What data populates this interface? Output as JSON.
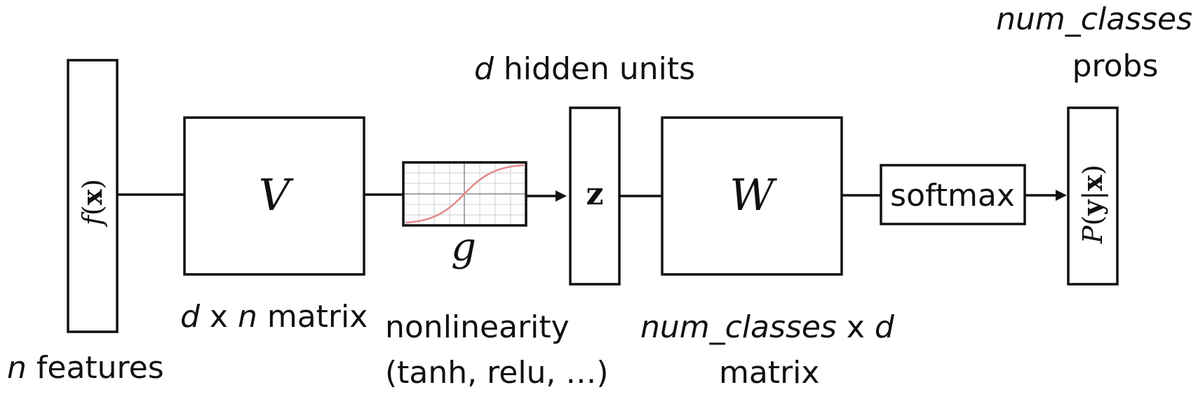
{
  "input": {
    "math": "f(x)",
    "math_parts": {
      "fn": "f",
      "open": "(",
      "var": "x",
      "close": ")"
    },
    "label_var": "n",
    "label_text": " features"
  },
  "matrix_v": {
    "symbol": "V",
    "label_d": "d",
    "label_x": " x ",
    "label_n": "n",
    "label_rest": " matrix"
  },
  "nonlinearity": {
    "symbol": "g",
    "line1": "nonlinearity",
    "line2": "(tanh, relu, …)",
    "curve_color": "#e08a8a"
  },
  "hidden": {
    "symbol": "z",
    "label_var": "d",
    "label_text": " hidden units"
  },
  "matrix_w": {
    "symbol": "W",
    "label_var": "num_classes",
    "label_x": " x ",
    "label_d": "d",
    "line2": "matrix"
  },
  "softmax": {
    "label": "softmax"
  },
  "output": {
    "math": "P(y|x)",
    "math_parts": {
      "fn": "P",
      "open": "(",
      "y": "y",
      "bar": "|",
      "x": "x",
      "close": ")"
    },
    "label_var": "num_classes",
    "label_text": "probs"
  }
}
